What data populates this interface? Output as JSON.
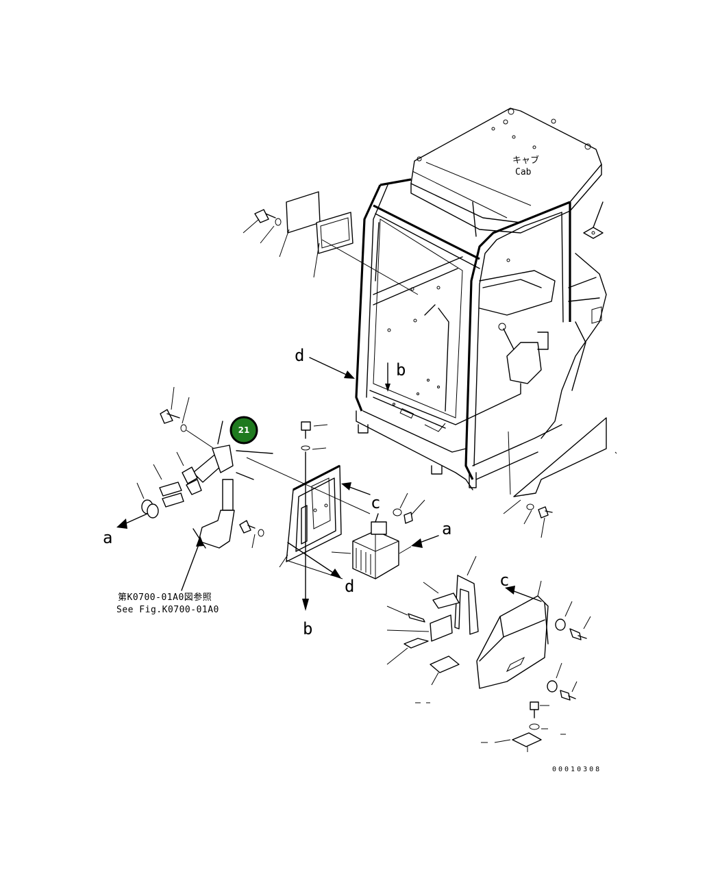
{
  "cab_label": {
    "jp": "キャブ",
    "en": "Cab"
  },
  "callout_badge": {
    "text": "21",
    "fill": "#1f7a1f",
    "ring": "#000000"
  },
  "reference_note": {
    "jp": "第K0700-01A0図参照",
    "en": "See Fig.K0700-01A0"
  },
  "drawing_number": "00010308",
  "connection_labels": {
    "a_left": "a",
    "a_right": "a",
    "b_top": "b",
    "b_bottom": "b",
    "c_top": "c",
    "c_bottom": "c",
    "d_top": "d",
    "d_bottom": "d"
  }
}
